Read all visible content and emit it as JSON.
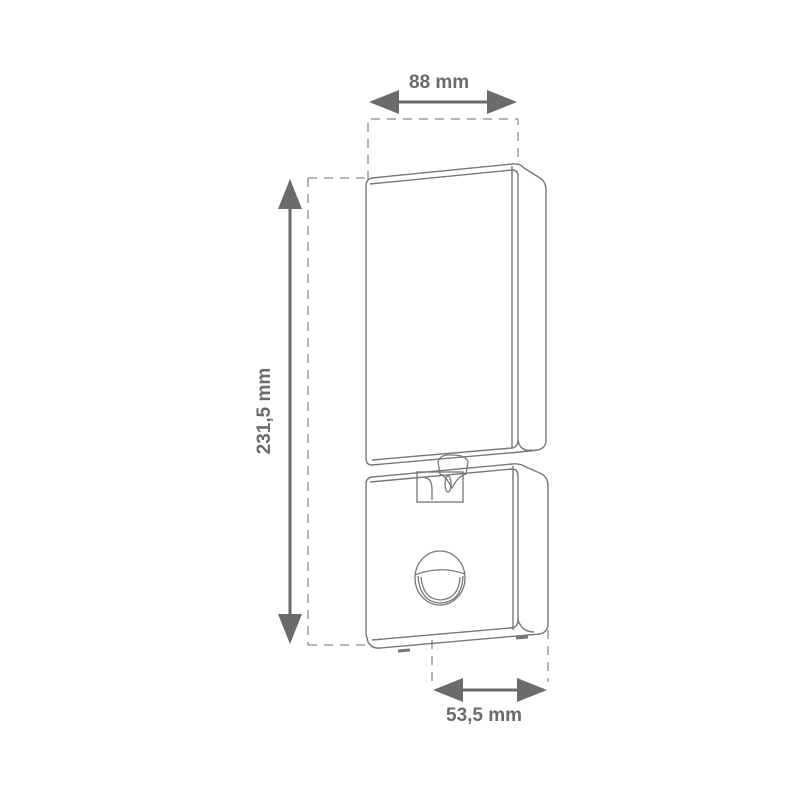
{
  "dimensions": {
    "width": "88 mm",
    "height": "231,5 mm",
    "depth": "53,5 mm"
  },
  "colors": {
    "line": "#6b6b6b",
    "drawing": "#777777"
  }
}
